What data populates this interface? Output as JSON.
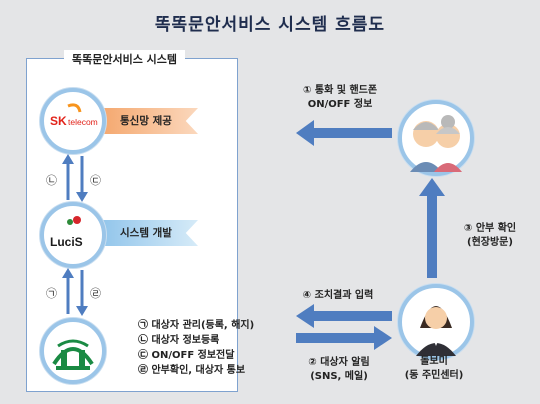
{
  "title": "똑똑문안서비스 시스템 흐름도",
  "panel": {
    "title": "똑똑문안서비스 시스템"
  },
  "sk": {
    "logo_main": "SK",
    "logo_sub": "telecom",
    "role": "통신망 제공"
  },
  "lucis": {
    "logo": "LuciS",
    "role": "시스템 개발"
  },
  "rel_sk_lucis": {
    "left": "㉡",
    "right": "㉢"
  },
  "rel_lucis_gov": {
    "left": "㉠",
    "right": "㉣"
  },
  "legend": [
    "㉠ 대상자 관리(등록, 해지)",
    "㉡ 대상자 정보등록",
    "㉢ ON/OFF 정보전달",
    "㉣ 안부확인, 대상자 통보"
  ],
  "flows": {
    "step1": [
      "① 통화 및 핸드폰",
      "ON/OFF 정보"
    ],
    "step2": [
      "② 대상자 알림",
      "(SNS, 메일)"
    ],
    "step3": [
      "③ 안부 확인",
      "(현장방문)"
    ],
    "step4": "④ 조치결과 입력"
  },
  "caregiver": [
    "돌보미",
    "(동 주민센터)"
  ],
  "colors": {
    "arrow": "#4f7dc0",
    "ring": "#9bc5e8",
    "panel_border": "#7fa2cf"
  }
}
